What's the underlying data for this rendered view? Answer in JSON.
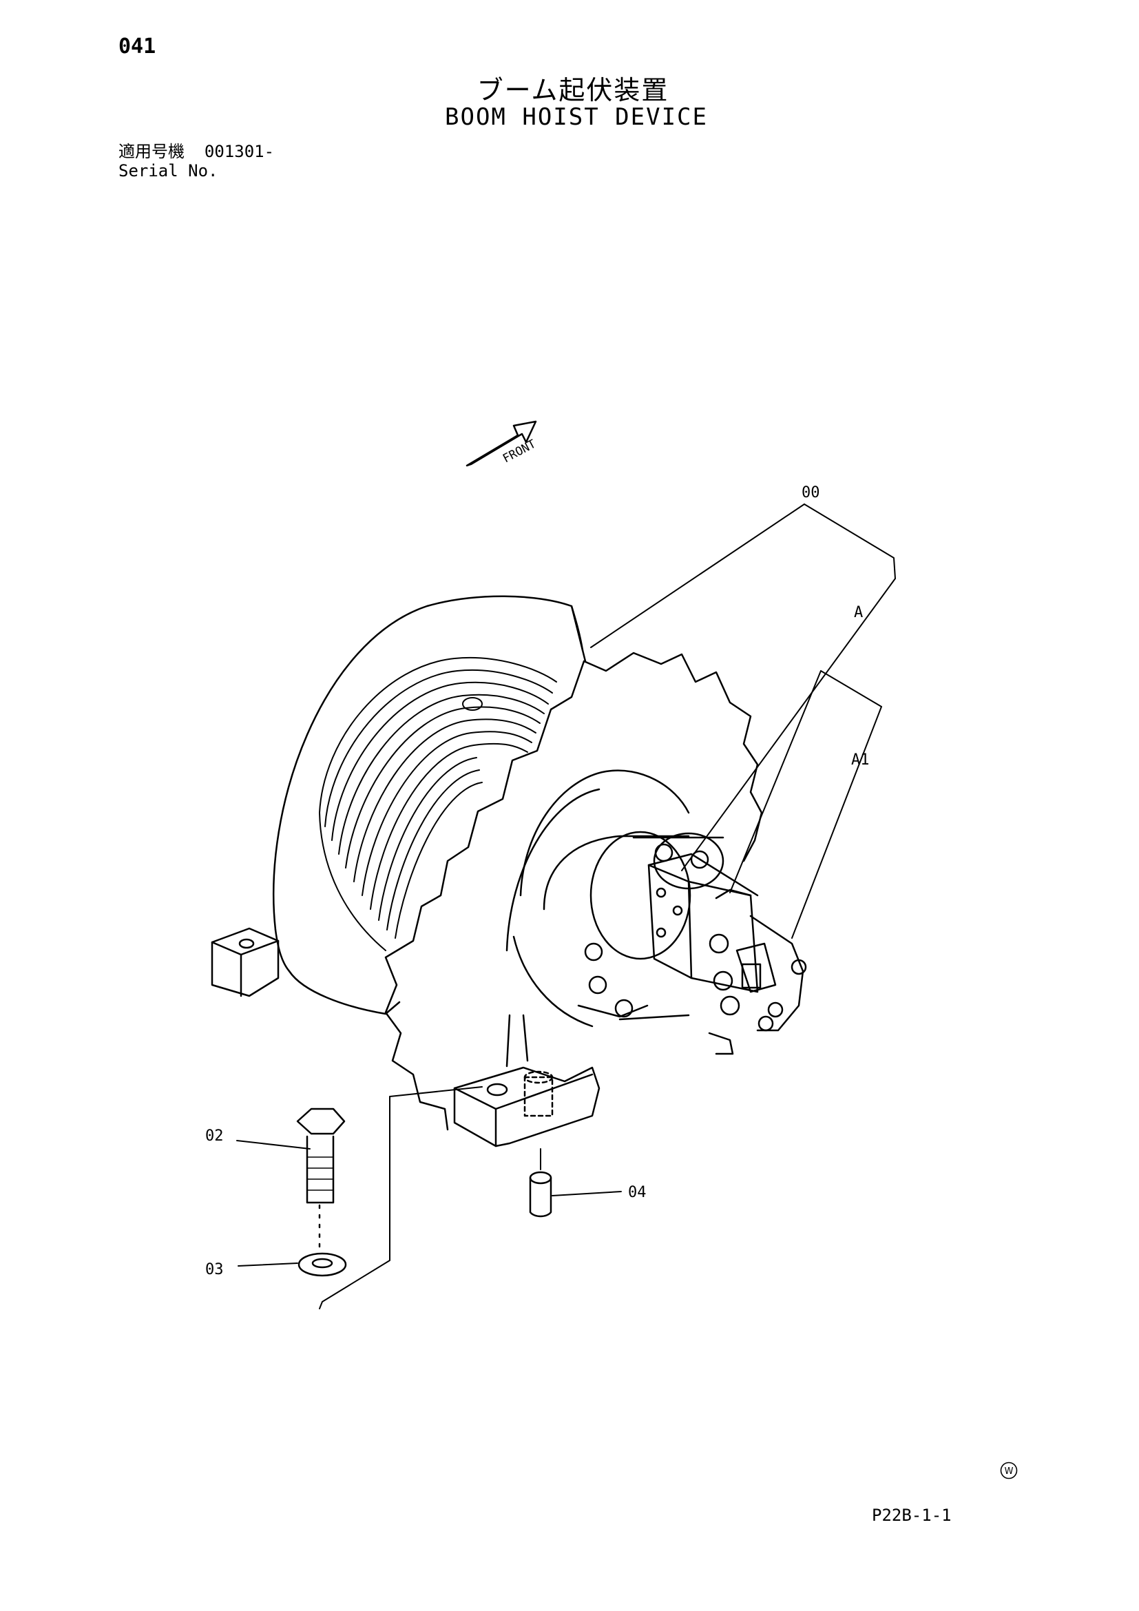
{
  "header": {
    "page_number": "041",
    "title_jp": "ブーム起伏装置",
    "title_en": "BOOM HOIST DEVICE"
  },
  "serial": {
    "label_jp": "適用号機",
    "value": "001301-",
    "label_en": "Serial No."
  },
  "diagram": {
    "front_label": "FRONT",
    "callouts": {
      "assembly": "00",
      "group_a": "A",
      "group_a1": "A1",
      "bolt": "02",
      "washer": "03",
      "pin": "04"
    }
  },
  "footer": {
    "mark": "W",
    "page_ref": "P22B-1-1"
  }
}
